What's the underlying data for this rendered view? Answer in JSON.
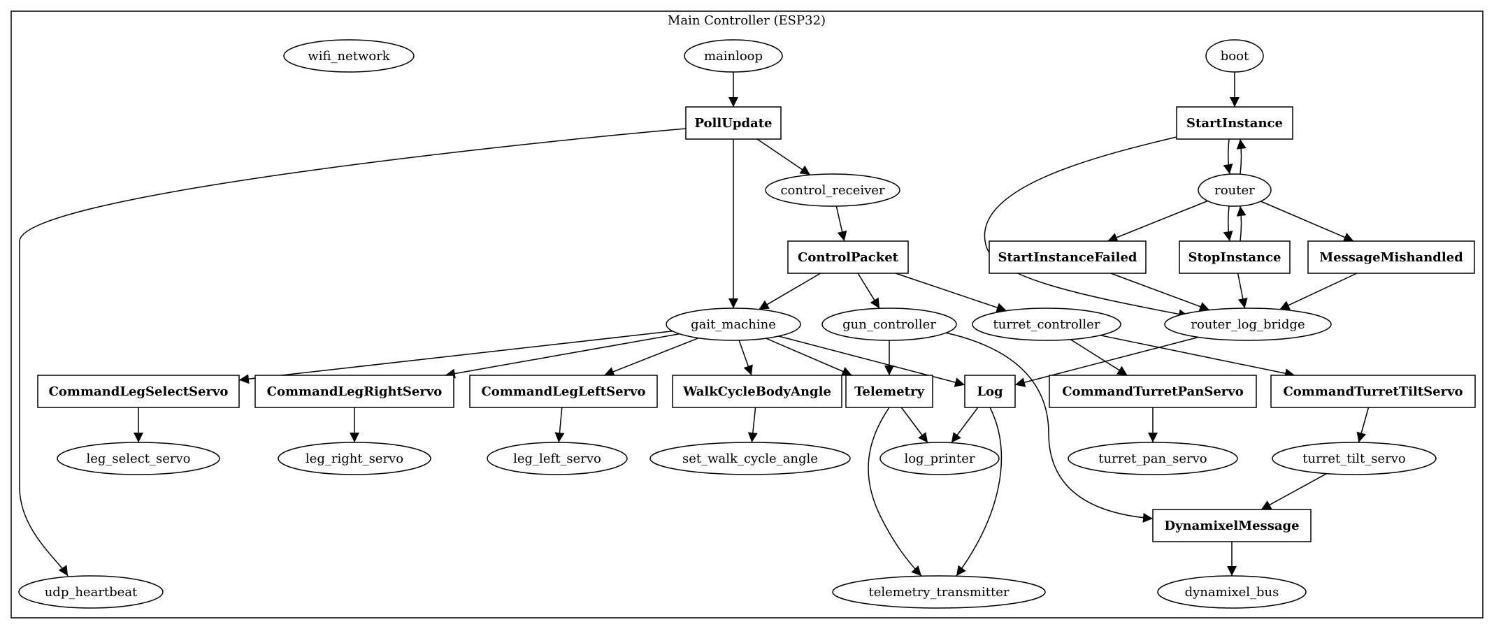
{
  "cluster": {
    "label": "Main Controller (ESP32)"
  },
  "nodes": [
    {
      "id": "wifi_network",
      "label": "wifi_network",
      "shape": "ellipse"
    },
    {
      "id": "mainloop",
      "label": "mainloop",
      "shape": "ellipse"
    },
    {
      "id": "boot",
      "label": "boot",
      "shape": "ellipse"
    },
    {
      "id": "PollUpdate",
      "label": "PollUpdate",
      "shape": "box"
    },
    {
      "id": "StartInstance",
      "label": "StartInstance",
      "shape": "box"
    },
    {
      "id": "control_receiver",
      "label": "control_receiver",
      "shape": "ellipse"
    },
    {
      "id": "router",
      "label": "router",
      "shape": "ellipse"
    },
    {
      "id": "ControlPacket",
      "label": "ControlPacket",
      "shape": "box"
    },
    {
      "id": "StartInstanceFailed",
      "label": "StartInstanceFailed",
      "shape": "box"
    },
    {
      "id": "StopInstance",
      "label": "StopInstance",
      "shape": "box"
    },
    {
      "id": "MessageMishandled",
      "label": "MessageMishandled",
      "shape": "box"
    },
    {
      "id": "gait_machine",
      "label": "gait_machine",
      "shape": "ellipse"
    },
    {
      "id": "gun_controller",
      "label": "gun_controller",
      "shape": "ellipse"
    },
    {
      "id": "turret_controller",
      "label": "turret_controller",
      "shape": "ellipse"
    },
    {
      "id": "router_log_bridge",
      "label": "router_log_bridge",
      "shape": "ellipse"
    },
    {
      "id": "CommandLegSelectServo",
      "label": "CommandLegSelectServo",
      "shape": "box"
    },
    {
      "id": "CommandLegRightServo",
      "label": "CommandLegRightServo",
      "shape": "box"
    },
    {
      "id": "CommandLegLeftServo",
      "label": "CommandLegLeftServo",
      "shape": "box"
    },
    {
      "id": "WalkCycleBodyAngle",
      "label": "WalkCycleBodyAngle",
      "shape": "box"
    },
    {
      "id": "Telemetry",
      "label": "Telemetry",
      "shape": "box"
    },
    {
      "id": "Log",
      "label": "Log",
      "shape": "box"
    },
    {
      "id": "CommandTurretPanServo",
      "label": "CommandTurretPanServo",
      "shape": "box"
    },
    {
      "id": "CommandTurretTiltServo",
      "label": "CommandTurretTiltServo",
      "shape": "box"
    },
    {
      "id": "leg_select_servo",
      "label": "leg_select_servo",
      "shape": "ellipse"
    },
    {
      "id": "leg_right_servo",
      "label": "leg_right_servo",
      "shape": "ellipse"
    },
    {
      "id": "leg_left_servo",
      "label": "leg_left_servo",
      "shape": "ellipse"
    },
    {
      "id": "set_walk_cycle_angle",
      "label": "set_walk_cycle_angle",
      "shape": "ellipse"
    },
    {
      "id": "log_printer",
      "label": "log_printer",
      "shape": "ellipse"
    },
    {
      "id": "turret_pan_servo",
      "label": "turret_pan_servo",
      "shape": "ellipse"
    },
    {
      "id": "turret_tilt_servo",
      "label": "turret_tilt_servo",
      "shape": "ellipse"
    },
    {
      "id": "DynamixelMessage",
      "label": "DynamixelMessage",
      "shape": "box"
    },
    {
      "id": "udp_heartbeat",
      "label": "udp_heartbeat",
      "shape": "ellipse"
    },
    {
      "id": "telemetry_transmitter",
      "label": "telemetry_transmitter",
      "shape": "ellipse"
    },
    {
      "id": "dynamixel_bus",
      "label": "dynamixel_bus",
      "shape": "ellipse"
    }
  ],
  "edges": [
    {
      "from": "mainloop",
      "to": "PollUpdate"
    },
    {
      "from": "PollUpdate",
      "to": "udp_heartbeat"
    },
    {
      "from": "PollUpdate",
      "to": "control_receiver"
    },
    {
      "from": "PollUpdate",
      "to": "gait_machine"
    },
    {
      "from": "control_receiver",
      "to": "ControlPacket"
    },
    {
      "from": "ControlPacket",
      "to": "gait_machine"
    },
    {
      "from": "ControlPacket",
      "to": "gun_controller"
    },
    {
      "from": "ControlPacket",
      "to": "turret_controller"
    },
    {
      "from": "boot",
      "to": "StartInstance"
    },
    {
      "from": "StartInstance",
      "to": "router"
    },
    {
      "from": "router",
      "to": "StartInstance"
    },
    {
      "from": "StartInstance",
      "to": "router_log_bridge"
    },
    {
      "from": "router",
      "to": "StartInstanceFailed"
    },
    {
      "from": "router",
      "to": "StopInstance"
    },
    {
      "from": "StopInstance",
      "to": "router"
    },
    {
      "from": "router",
      "to": "MessageMishandled"
    },
    {
      "from": "StartInstanceFailed",
      "to": "router_log_bridge"
    },
    {
      "from": "StopInstance",
      "to": "router_log_bridge"
    },
    {
      "from": "MessageMishandled",
      "to": "router_log_bridge"
    },
    {
      "from": "router_log_bridge",
      "to": "Log"
    },
    {
      "from": "gait_machine",
      "to": "CommandLegSelectServo"
    },
    {
      "from": "gait_machine",
      "to": "CommandLegRightServo"
    },
    {
      "from": "gait_machine",
      "to": "CommandLegLeftServo"
    },
    {
      "from": "gait_machine",
      "to": "WalkCycleBodyAngle"
    },
    {
      "from": "gait_machine",
      "to": "Telemetry"
    },
    {
      "from": "gait_machine",
      "to": "Log"
    },
    {
      "from": "gun_controller",
      "to": "Telemetry"
    },
    {
      "from": "gun_controller",
      "to": "DynamixelMessage"
    },
    {
      "from": "turret_controller",
      "to": "CommandTurretPanServo"
    },
    {
      "from": "turret_controller",
      "to": "CommandTurretTiltServo"
    },
    {
      "from": "CommandLegSelectServo",
      "to": "leg_select_servo"
    },
    {
      "from": "CommandLegRightServo",
      "to": "leg_right_servo"
    },
    {
      "from": "CommandLegLeftServo",
      "to": "leg_left_servo"
    },
    {
      "from": "WalkCycleBodyAngle",
      "to": "set_walk_cycle_angle"
    },
    {
      "from": "Telemetry",
      "to": "log_printer"
    },
    {
      "from": "Telemetry",
      "to": "telemetry_transmitter"
    },
    {
      "from": "Log",
      "to": "log_printer"
    },
    {
      "from": "Log",
      "to": "telemetry_transmitter"
    },
    {
      "from": "CommandTurretPanServo",
      "to": "turret_pan_servo"
    },
    {
      "from": "CommandTurretTiltServo",
      "to": "turret_tilt_servo"
    },
    {
      "from": "turret_tilt_servo",
      "to": "DynamixelMessage"
    },
    {
      "from": "DynamixelMessage",
      "to": "dynamixel_bus"
    }
  ]
}
